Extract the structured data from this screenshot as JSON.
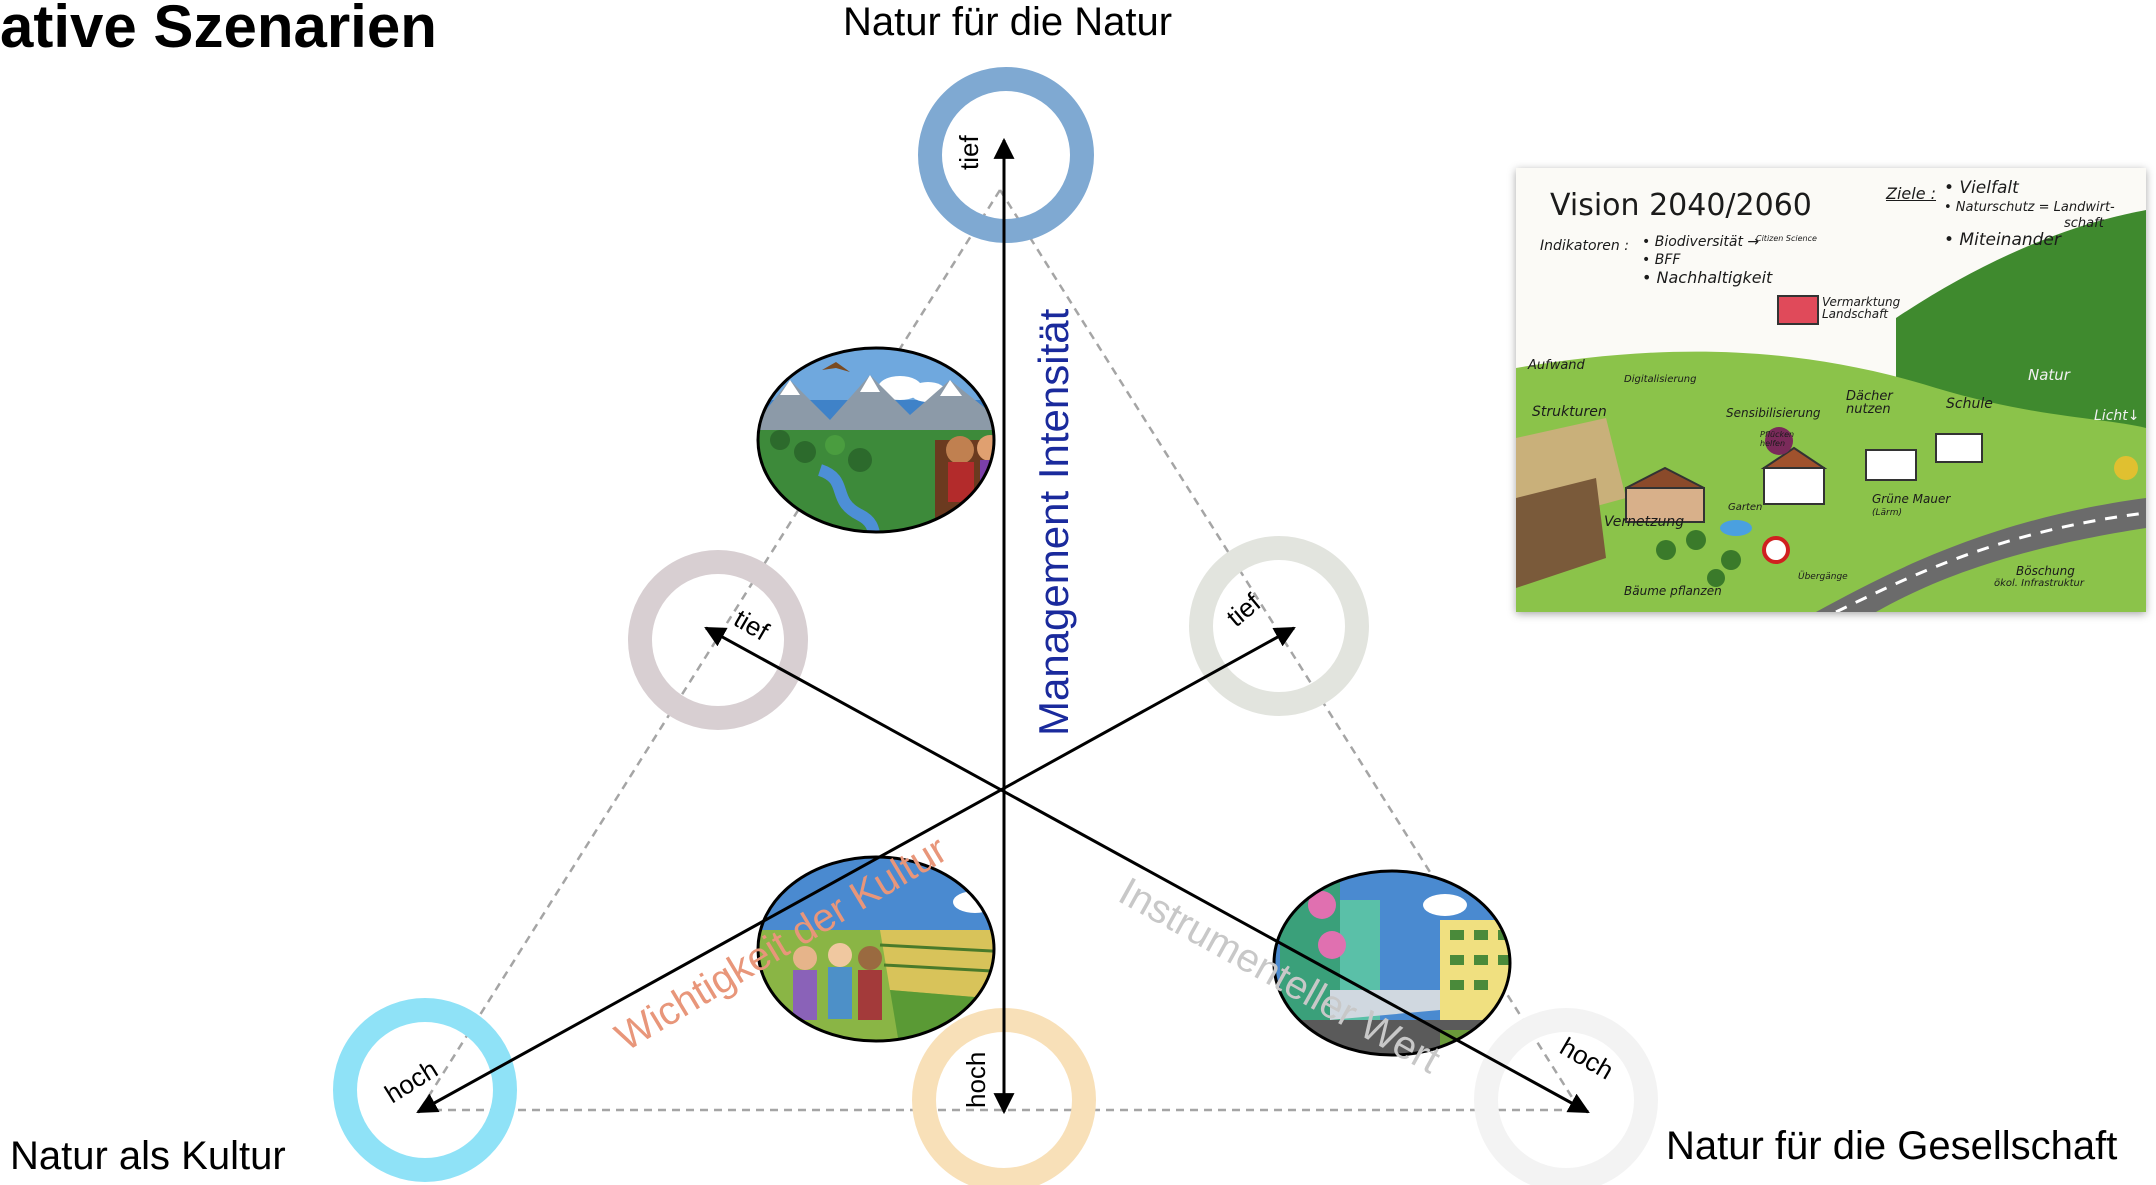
{
  "heading": "ative Szenarien",
  "vertices": {
    "top": "Natur für die Natur",
    "left": "Natur als Kultur",
    "right": "Natur für die Gesellschaft"
  },
  "axes": {
    "management": {
      "label": "Management Intensität",
      "end_top": "tief",
      "end_bottom": "hoch",
      "color": "#1a2a9c"
    },
    "culture": {
      "label": "Wichtigkeit der Kultur",
      "end_top": "tief",
      "end_bottom": "hoch",
      "color": "#e8967a"
    },
    "instrumental": {
      "label": "Instrumenteller Wert",
      "end_top": "tief",
      "end_bottom": "hoch",
      "color": "#c8c8c8"
    }
  },
  "ring_colors": {
    "top": "#7fa9d2",
    "culture_tief": "#d8cfd2",
    "instr_tief": "#e2e4de",
    "left_hoch": "#8fe2f7",
    "bottom_hoch": "#f8e0b8",
    "right_hoch": "#f3f3f3"
  },
  "vision": {
    "title": "Vision  2040/2060",
    "ziele_label": "Ziele :",
    "ziele": [
      "• Vielfalt",
      "• Naturschutz = Landwirt-",
      "schaft",
      "• Miteinander"
    ],
    "indikatoren_label": "Indikatoren :",
    "indikatoren": [
      "• Biodiversität →",
      "• BFF",
      "• Nachhaltigkeit"
    ],
    "citizen_science": "Citizen Science",
    "labels": {
      "vermarktung": "Vermarktung Landschaft",
      "aufwand": "Aufwand",
      "digitalisierung": "Digitalisierung",
      "strukturen": "Strukturen",
      "sensibilisierung": "Sensibilisierung",
      "pfluecken": "Pflücken helfen",
      "daecher": "Dächer nutzen",
      "schule": "Schule",
      "natur": "Natur",
      "licht": "Licht↓",
      "vernetzung": "Vernetzung",
      "garten": "Garten",
      "gruene_mauer": "Grüne Mauer",
      "laerm": "(Lärm)",
      "uebergaenge": "Übergänge",
      "baeume": "Bäume pflanzen",
      "boeschung": "Böschung",
      "infrastruktur": "ökol. Infrastruktur"
    }
  }
}
